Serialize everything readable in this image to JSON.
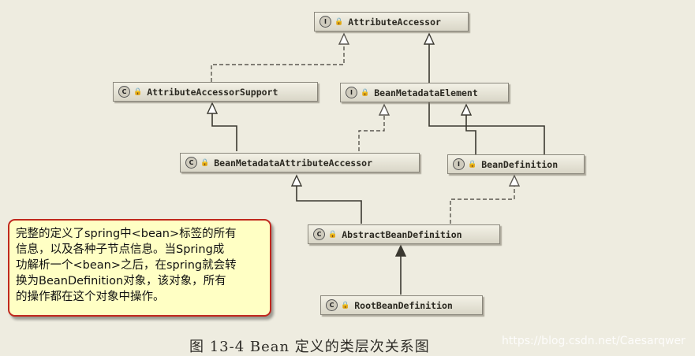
{
  "nodes": {
    "attributeAccessor": {
      "kind": "I",
      "label": "AttributeAccessor"
    },
    "attributeAccessorSupport": {
      "kind": "C",
      "label": "AttributeAccessorSupport"
    },
    "beanMetadataElement": {
      "kind": "I",
      "label": "BeanMetadataElement"
    },
    "beanMetadataAttributeAccessor": {
      "kind": "C",
      "label": "BeanMetadataAttributeAccessor"
    },
    "beanDefinition": {
      "kind": "I",
      "label": "BeanDefinition"
    },
    "abstractBeanDefinition": {
      "kind": "C",
      "label": "AbstractBeanDefinition"
    },
    "rootBeanDefinition": {
      "kind": "C",
      "label": "RootBeanDefinition"
    }
  },
  "edges": [
    {
      "from": "attributeAccessorSupport",
      "to": "attributeAccessor",
      "style": "implements"
    },
    {
      "from": "beanDefinition",
      "to": "attributeAccessor",
      "style": "extends"
    },
    {
      "from": "beanMetadataAttributeAccessor",
      "to": "attributeAccessorSupport",
      "style": "extends"
    },
    {
      "from": "beanMetadataAttributeAccessor",
      "to": "beanMetadataElement",
      "style": "implements"
    },
    {
      "from": "beanDefinition",
      "to": "beanMetadataElement",
      "style": "extends"
    },
    {
      "from": "abstractBeanDefinition",
      "to": "beanMetadataAttributeAccessor",
      "style": "extends"
    },
    {
      "from": "abstractBeanDefinition",
      "to": "beanDefinition",
      "style": "implements"
    },
    {
      "from": "rootBeanDefinition",
      "to": "abstractBeanDefinition",
      "style": "extends"
    }
  ],
  "note": {
    "lines": [
      "完整的定义了spring中<bean>标签的所有",
      "信息，以及各种子节点信息。当Spring成",
      "功解析一个<bean>之后，在spring就会转",
      "换为BeanDefinition对象，该对象，所有",
      "的操作都在这个对象中操作。"
    ]
  },
  "caption": "图 13-4   Bean 定义的类层次关系图",
  "watermark": "https://blog.csdn.net/Caesarqwer",
  "colors": {
    "background": "#eeece0",
    "note_border": "#c0281e",
    "note_fill": "#ffffc4"
  }
}
